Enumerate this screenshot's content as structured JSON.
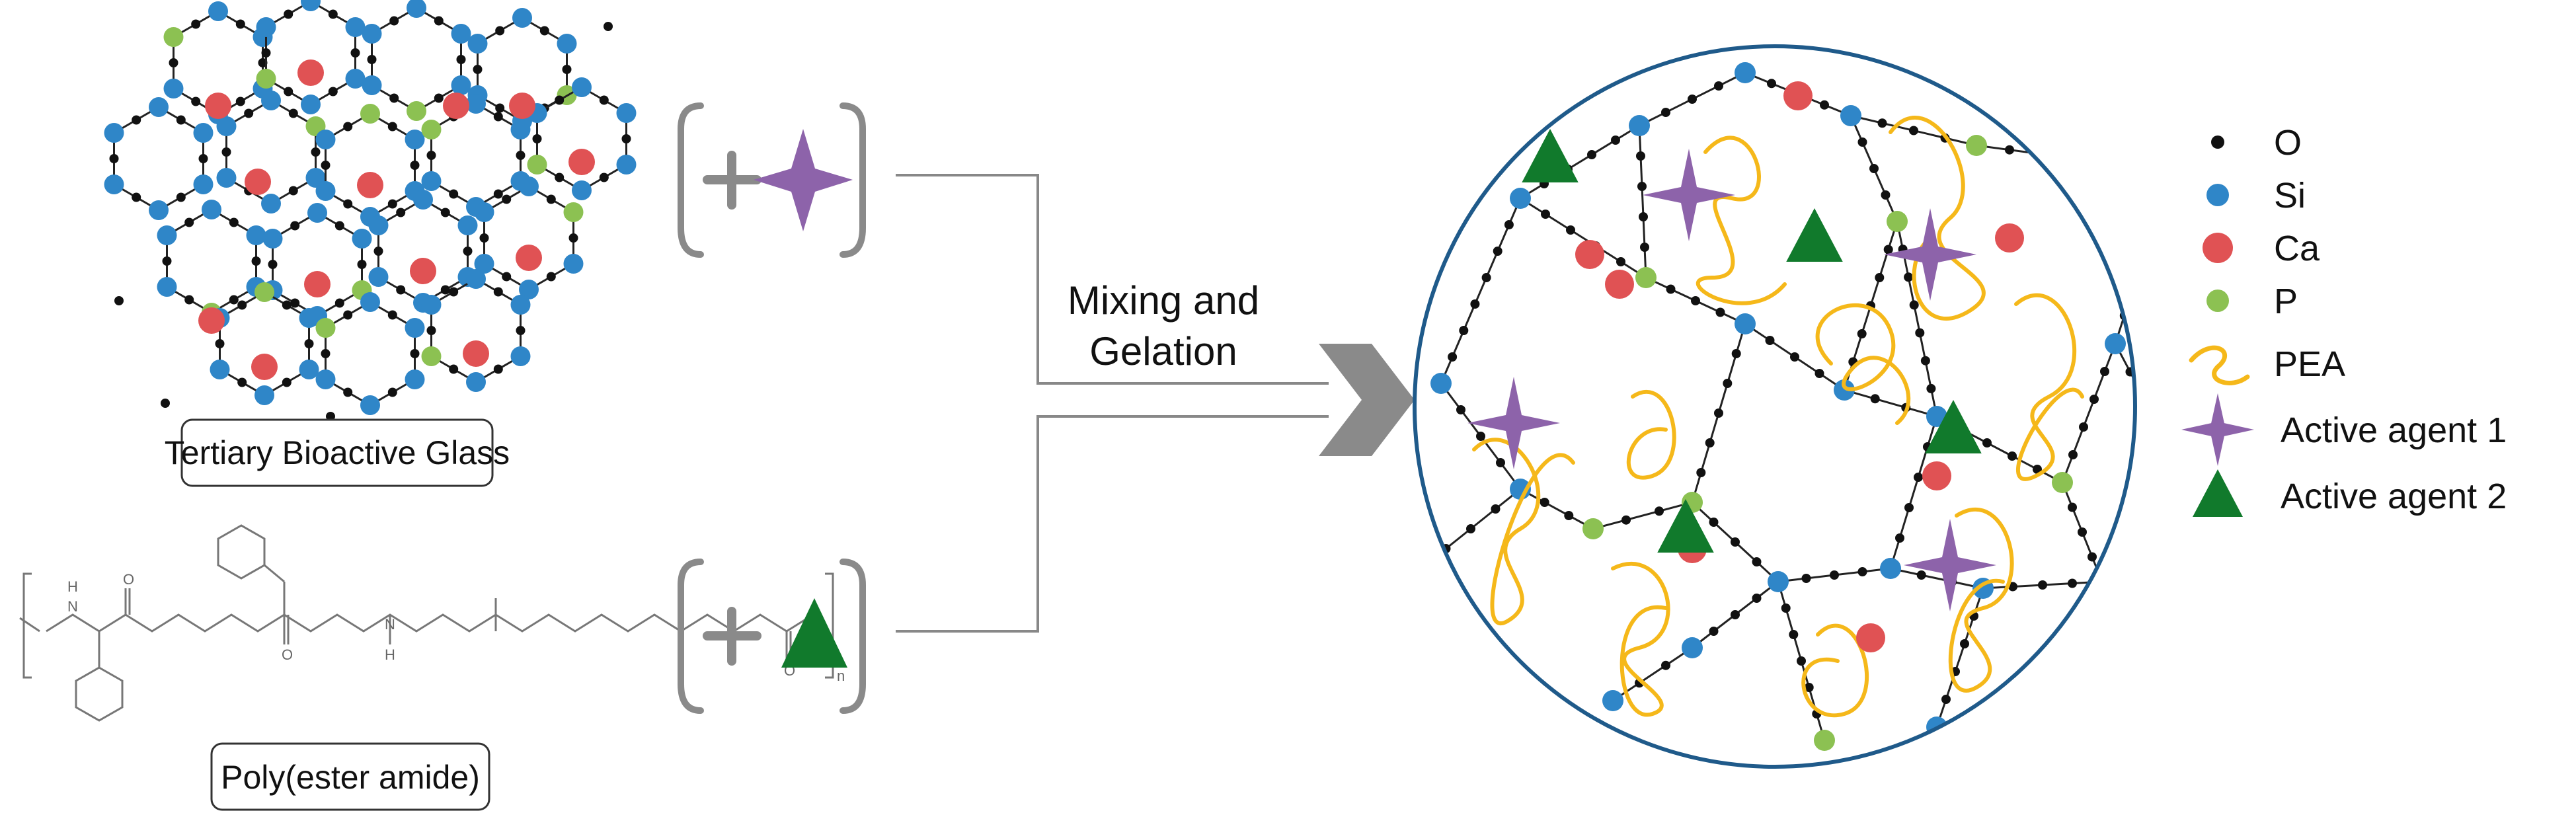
{
  "diagram": {
    "glass_label": "Tertiary Bioactive Glass",
    "polymer_label": "Poly(ester amide)",
    "process_label_line1": "Mixing and",
    "process_label_line2": "Gelation",
    "chem_labels": {
      "n1": "N",
      "h1": "H",
      "o1": "O",
      "o2": "O",
      "n2": "N",
      "h2": "H",
      "o3": "O",
      "sub_n": "n"
    },
    "legend": [
      {
        "symbol": "o-atom",
        "label": "O"
      },
      {
        "symbol": "si-atom",
        "label": "Si"
      },
      {
        "symbol": "ca-atom",
        "label": "Ca"
      },
      {
        "symbol": "p-atom",
        "label": "P"
      },
      {
        "symbol": "pea-chain",
        "label": "PEA"
      },
      {
        "symbol": "star",
        "label": "Active agent 1"
      },
      {
        "symbol": "triangle",
        "label": "Active agent 2"
      }
    ]
  },
  "colors": {
    "o": "#111111",
    "si": "#2f86c8",
    "ca": "#e05254",
    "p": "#8cc152",
    "pea": "#f5b81a",
    "agent1": "#8d63aa",
    "agent2": "#117a2c",
    "circle": "#1f5a8a",
    "bracket": "#8a8a8a"
  }
}
